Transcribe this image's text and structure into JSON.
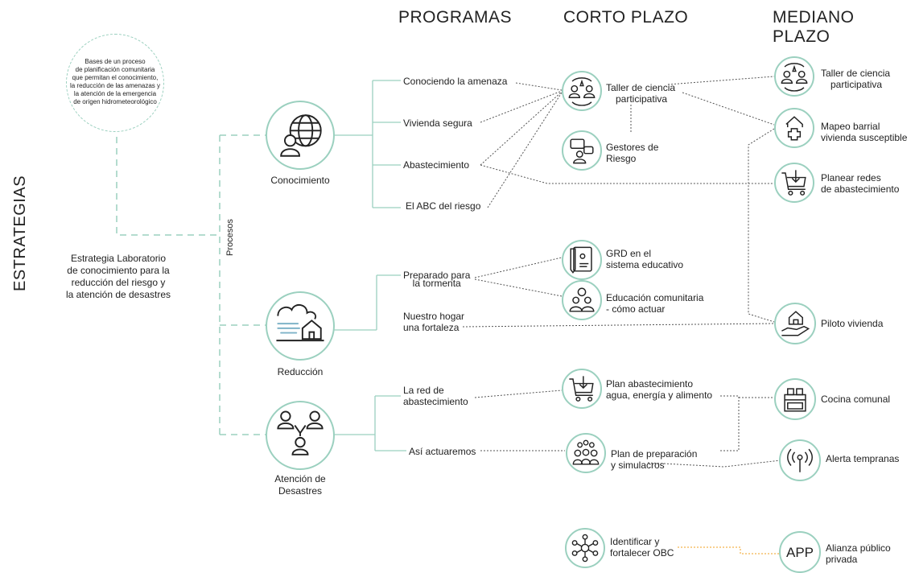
{
  "headers": {
    "programas": "PROGRAMAS",
    "corto": "CORTO PLAZO",
    "mediano": "MEDIANO PLAZO"
  },
  "side_title": "ESTRATEGIAS",
  "procesos": "Procesos",
  "goal_bubble": [
    "Bases de un proceso",
    "de planificación comunitaria",
    "que permitan el conocimiento,",
    "la reducción de las amenazas y",
    "la atención de la emergencia",
    "de origen hidrometeorológico"
  ],
  "strategy_text": [
    "Estrategia Laboratorio",
    "de conocimiento para la",
    "reducción del riesgo y",
    "la atención de desastres"
  ],
  "strategies": {
    "conocimiento": "Conocimiento",
    "reduccion": "Reducción",
    "atencion": [
      "Atención de",
      "Desastres"
    ]
  },
  "programs": {
    "p1": "Conociendo la amenaza",
    "p2": "Vivienda segura",
    "p3": "Abastecimiento",
    "p4": "El ABC del riesgo",
    "p5": [
      "Preparado para",
      "la tormenta"
    ],
    "p6": [
      "Nuestro hogar",
      "una fortaleza"
    ],
    "p7": [
      "La red de",
      "abastecimiento"
    ],
    "p8": "Así actuaremos"
  },
  "short_term": {
    "s1": [
      "Taller de ciencia",
      "participativa"
    ],
    "s2": [
      "Gestores de",
      "Riesgo"
    ],
    "s3": [
      "GRD en el",
      "sistema educativo"
    ],
    "s4": [
      "Educación comunitaria",
      "- cómo actuar"
    ],
    "s5": [
      "Plan abastecimiento",
      "agua, energía y alimento"
    ],
    "s6": [
      "Plan de preparación",
      "y simulacros"
    ],
    "s7": [
      "Identificar y",
      "fortalecer OBC"
    ]
  },
  "medium_term": {
    "m1": [
      "Taller de ciencia",
      "participativa"
    ],
    "m2": [
      "Mapeo barrial",
      "vivienda susceptible"
    ],
    "m3": [
      "Planear redes",
      "de abastecimiento"
    ],
    "m4": "Piloto vivienda",
    "m5": "Cocina comunal",
    "m6": "Alerta tempranas",
    "m7": [
      "Alianza público",
      "privada"
    ],
    "app_icon_text": "APP"
  },
  "colors": {
    "accent_green": "#9bd0bf",
    "dotted_line": "#555555",
    "orange_line": "#f0a020",
    "wind_blue": "#7fb3c8"
  },
  "icons": {
    "conocimiento": "globe-person-icon",
    "reduccion": "storm-house-icon",
    "atencion": "people-network-icon",
    "taller": "science-group-icon",
    "gestores": "chat-person-icon",
    "grd": "notebook-icon",
    "educacion": "community-group-icon",
    "plan_abastecimiento": "cart-icon",
    "plan_preparacion": "crowd-icon",
    "obc": "network-icon",
    "mapeo": "house-medical-icon",
    "planear": "cart-icon",
    "piloto": "house-hand-icon",
    "cocina": "stove-icon",
    "alerta": "antenna-icon",
    "app": "app-text-icon"
  }
}
